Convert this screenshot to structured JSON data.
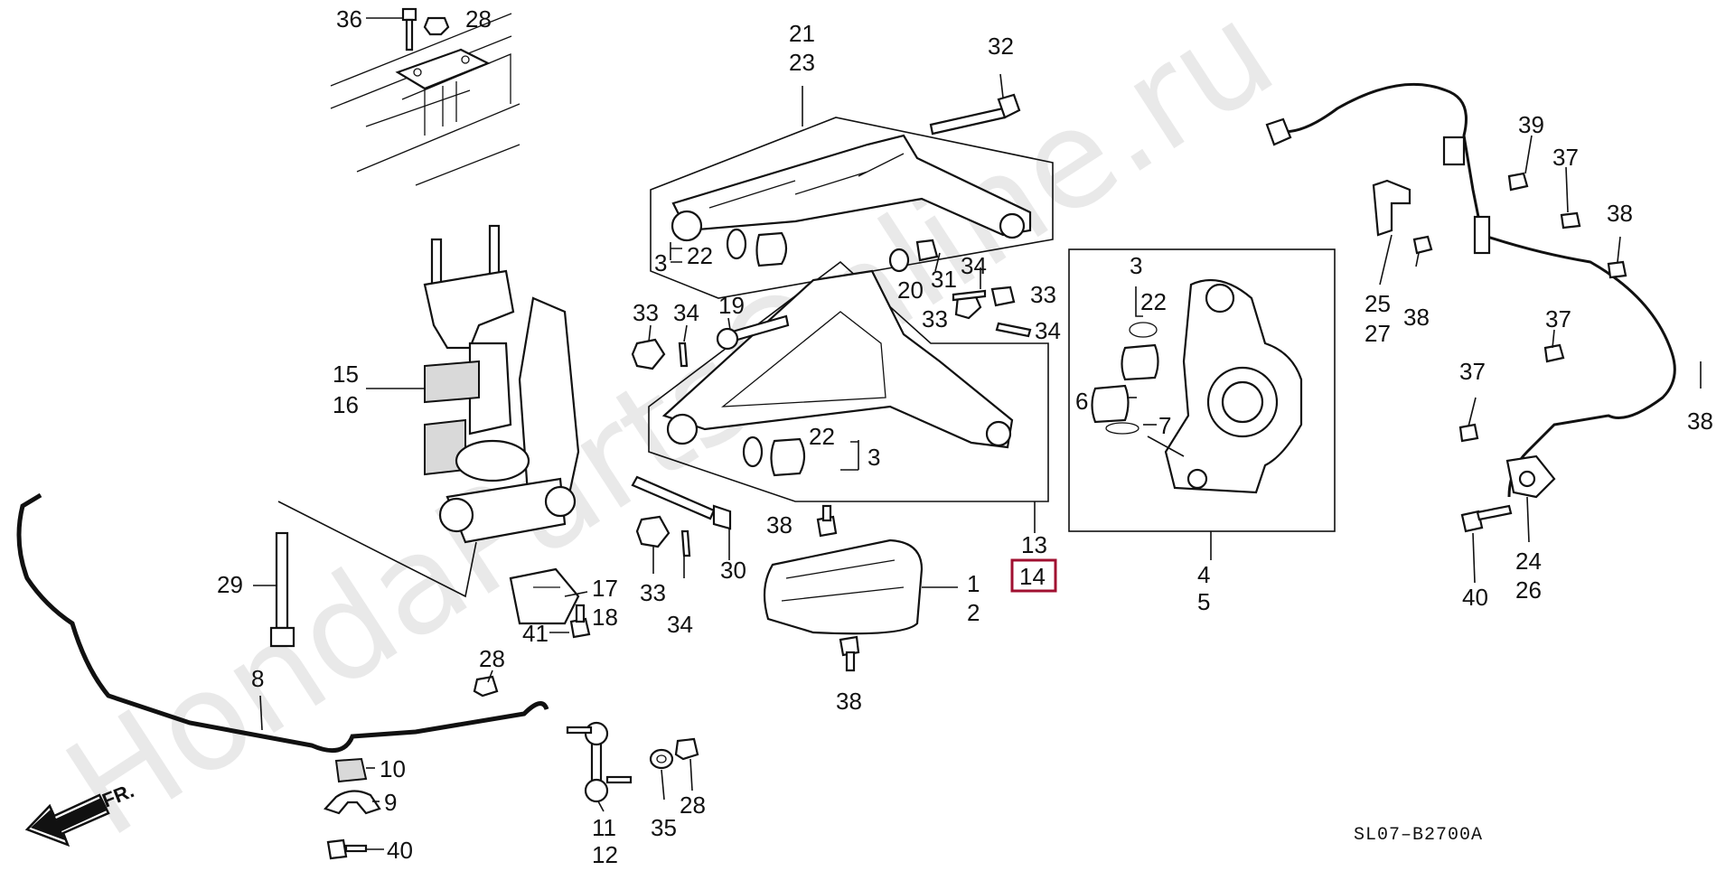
{
  "diagram": {
    "watermark": "HondaPartsOnline.ru",
    "code": "SL07–B2700A",
    "front_label": "FR.",
    "accent_color": "#a01030",
    "labels": {
      "l1": "1",
      "l2": "2",
      "l3a": "3",
      "l3b": "3",
      "l3c": "3",
      "l4": "4",
      "l5": "5",
      "l6": "6",
      "l7": "7",
      "l8": "8",
      "l9": "9",
      "l10": "10",
      "l11": "11",
      "l12": "12",
      "l13": "13",
      "l14": "14",
      "l15": "15",
      "l16": "16",
      "l17": "17",
      "l18": "18",
      "l19": "19",
      "l20": "20",
      "l21": "21",
      "l22a": "22",
      "l22b": "22",
      "l22c": "22",
      "l23": "23",
      "l24": "24",
      "l25": "25",
      "l26": "26",
      "l27": "27",
      "l28a": "28",
      "l28b": "28",
      "l28c": "28",
      "l29": "29",
      "l30": "30",
      "l31": "31",
      "l32": "32",
      "l33a": "33",
      "l33b": "33",
      "l33c": "33",
      "l33d": "33",
      "l34a": "34",
      "l34b": "34",
      "l34c": "34",
      "l34d": "34",
      "l35": "35",
      "l36": "36",
      "l37a": "37",
      "l37b": "37",
      "l37c": "37",
      "l38a": "38",
      "l38b": "38",
      "l38c": "38",
      "l38d": "38",
      "l38e": "38",
      "l39": "39",
      "l40a": "40",
      "l40b": "40",
      "l41": "41"
    }
  }
}
